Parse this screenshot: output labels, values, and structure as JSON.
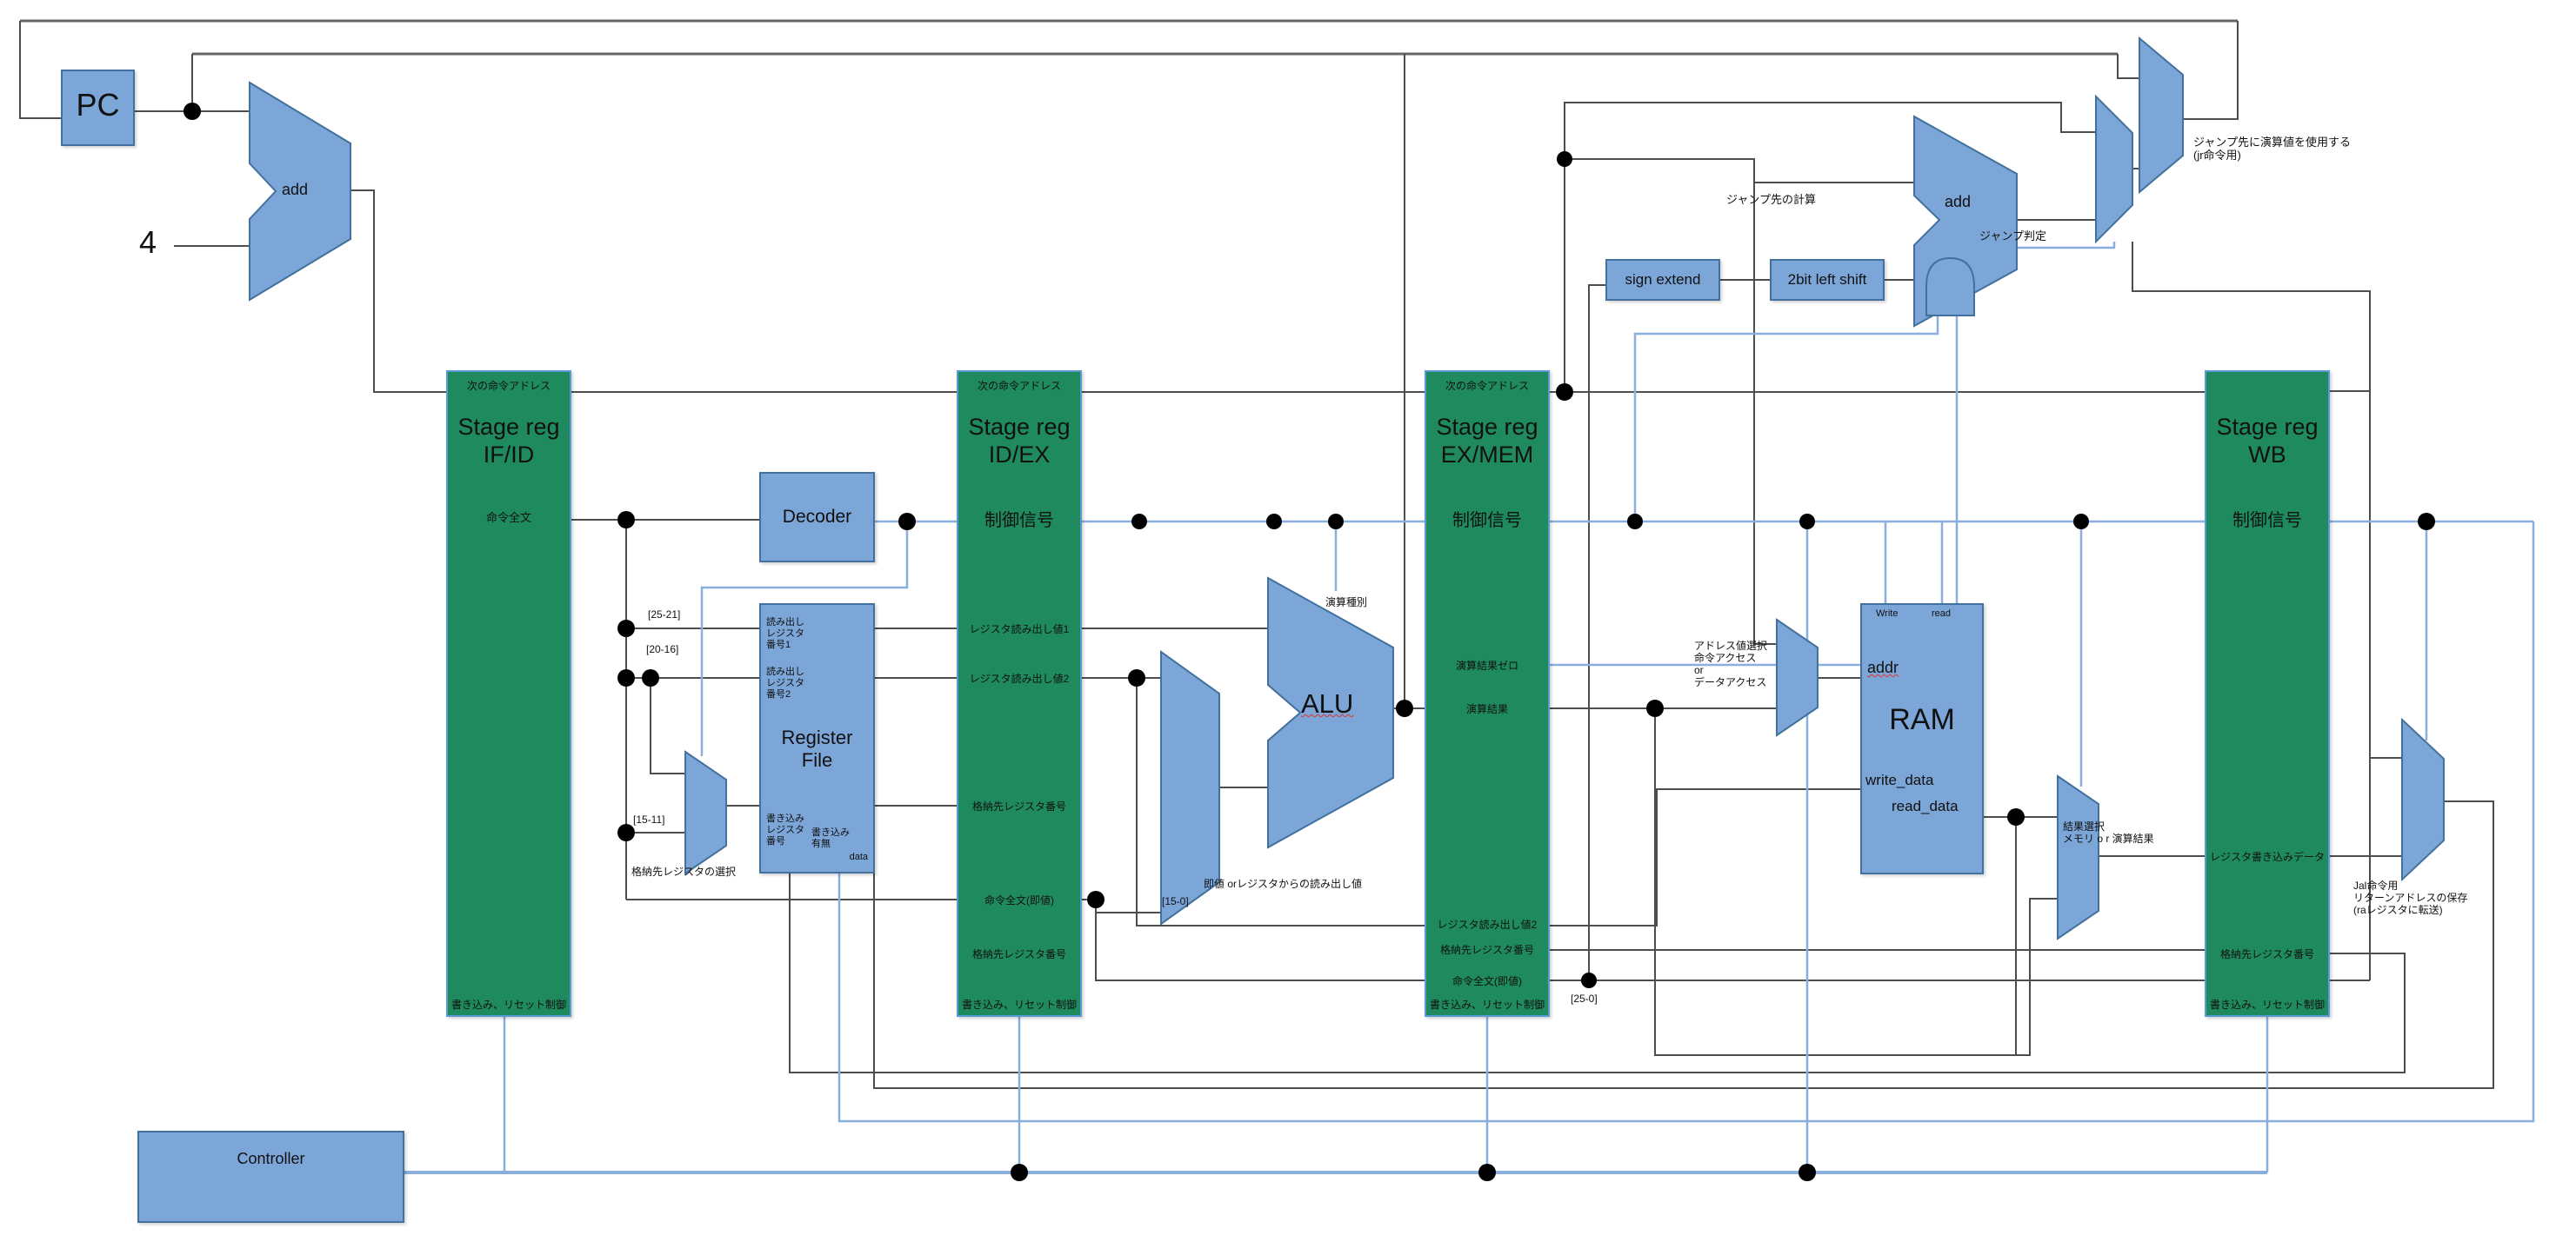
{
  "pc": "PC",
  "four": "4",
  "add1": "add",
  "add2": "add",
  "alu": "ALU",
  "decoder": "Decoder",
  "register_file_title": "Register\nFile",
  "sign_extend": "sign extend",
  "shift2": "2bit left shift",
  "controller": "Controller",
  "ram": {
    "title": "RAM",
    "write": "Write",
    "read": "read",
    "addr": "addr",
    "write_data": "write_data",
    "read_data": "read_data"
  },
  "rf_ports": {
    "read1": "読み出し\nレジスタ\n番号1",
    "read2": "読み出し\nレジスタ\n番号2",
    "write_num": "書き込み\nレジスタ\n番号",
    "write_en": "書き込み\n有無",
    "data": "data"
  },
  "stage_ifid": {
    "title": "Stage reg\nIF/ID",
    "next_addr": "次の命令アドレス",
    "instr": "命令全文",
    "write_reset": "書き込み、リセット制御"
  },
  "stage_idex": {
    "title": "Stage reg\nID/EX",
    "next_addr": "次の命令アドレス",
    "ctrl": "制御信号",
    "read_val1": "レジスタ読み出し値1",
    "read_val2": "レジスタ読み出し値2",
    "dest_reg": "格納先レジスタ番号",
    "instr_imm": "命令全文(即値)",
    "dest_reg2": "格納先レジスタ番号",
    "write_reset": "書き込み、リセット制御"
  },
  "stage_exmem": {
    "title": "Stage reg\nEX/MEM",
    "next_addr": "次の命令アドレス",
    "ctrl": "制御信号",
    "zero": "演算結果ゼロ",
    "result": "演算結果",
    "read_val2": "レジスタ読み出し値2",
    "dest_reg": "格納先レジスタ番号",
    "instr_imm": "命令全文(即値)",
    "write_reset": "書き込み、リセット制御"
  },
  "stage_wb": {
    "title": "Stage reg\nWB",
    "ctrl": "制御信号",
    "write_data": "レジスタ書き込みデータ",
    "dest_reg": "格納先レジスタ番号",
    "write_reset": "書き込み、リセット制御"
  },
  "annotations": {
    "jump_calc": "ジャンプ先の計算",
    "jump_judge": "ジャンプ判定",
    "jr_note": "ジャンプ先に演算値を使用する\n(jr命令用)",
    "bits_25_21": "[25-21]",
    "bits_20_16": "[20-16]",
    "bits_15_11": "[15-11]",
    "dest_select": "格納先レジスタの選択",
    "alu_op": "演算種別",
    "imm_or_reg": "即値 orレジスタからの読み出し値",
    "bits_15_0": "[15-0]",
    "bits_25_0": "[25-0]",
    "addr_select": "アドレス値選択\n命令アクセス\nor\nデータアクセス",
    "result_select": "結果選択\nメモリ o r  演算結果",
    "jal_note": "Jal命令用\nリターンアドレスの保存\n(raレジスタに転送)"
  },
  "colors": {
    "stage_fill": "#1e8a5d",
    "stage_border": "#5b9bd5",
    "block_fill": "#7ca6d8",
    "block_border": "#41719c",
    "wire": "#4d4d4d",
    "wire_blue": "#8aaede"
  }
}
